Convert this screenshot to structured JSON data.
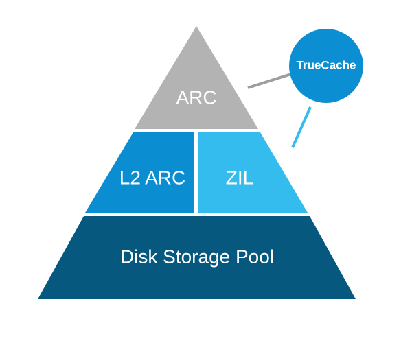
{
  "tiers": {
    "top": {
      "label": "ARC",
      "color": "#b3b3b3"
    },
    "middle_left": {
      "label": "L2 ARC",
      "color": "#0a8ed1"
    },
    "middle_right": {
      "label": "ZIL",
      "color": "#33bced"
    },
    "bottom": {
      "label": "Disk Storage Pool",
      "color": "#07587f"
    }
  },
  "callout": {
    "label": "TrueCache",
    "fill_color": "#0b8fd2",
    "connector_colors": [
      "#9e9e9e",
      "#33bced"
    ]
  }
}
